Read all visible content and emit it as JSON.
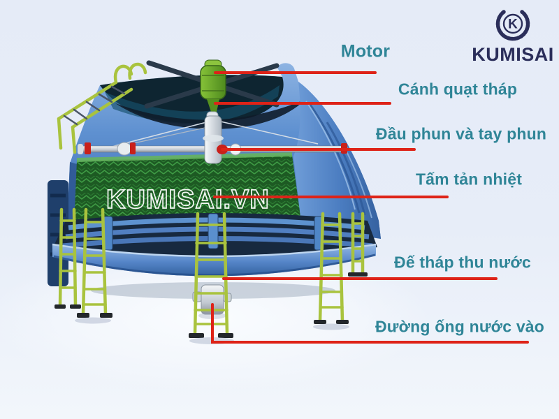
{
  "colors": {
    "label_teal": "#2f8597",
    "leader_red": "#de2318",
    "brand_navy": "#2b2e5a",
    "ladder_green": "#a9c33e",
    "tower_blue": "#4a7cc0",
    "fill_green": "#1d5a23"
  },
  "logo": {
    "brand": "KUMISAI",
    "monogram": "K"
  },
  "watermark": {
    "text": "KUMISAI.VN"
  },
  "diagram": {
    "labels": {
      "motor": "Motor",
      "fan": "Cánh quạt tháp",
      "spray": "Đầu phun và tay phun",
      "fill": "Tấm tản nhiệt",
      "basin": "Đế tháp thu nước",
      "inlet": "Đường ống nước vào"
    }
  }
}
